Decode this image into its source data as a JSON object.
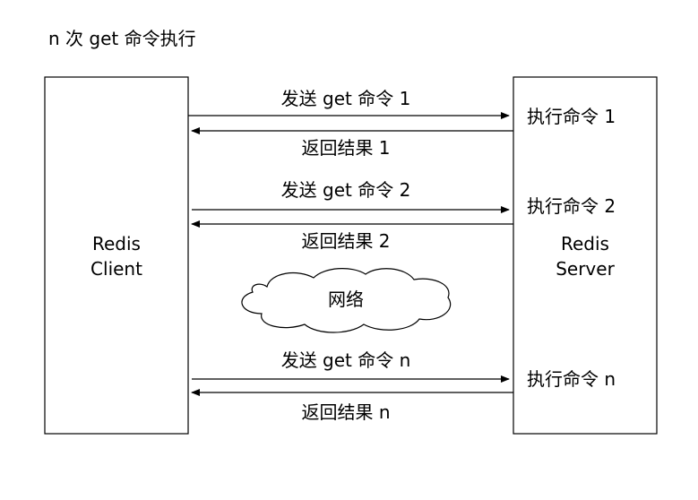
{
  "title": "n 次 get 命令执行",
  "client": {
    "line1": "Redis",
    "line2": "Client"
  },
  "server": {
    "line1": "Redis",
    "line2": "Server"
  },
  "network_label": "网络",
  "rounds": [
    {
      "send": "发送 get 命令 1",
      "exec": "执行命令 1",
      "reply": "返回结果 1"
    },
    {
      "send": "发送 get 命令 2",
      "exec": "执行命令 2",
      "reply": "返回结果 2"
    },
    {
      "send": "发送 get 命令 n",
      "exec": "执行命令 n",
      "reply": "返回结果 n"
    }
  ],
  "colors": {
    "stroke": "#000000",
    "background": "#ffffff"
  }
}
